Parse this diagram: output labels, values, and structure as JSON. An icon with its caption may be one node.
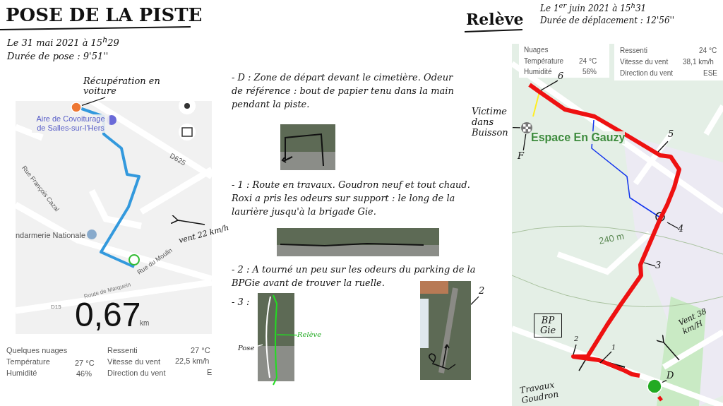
{
  "diagram": {
    "nodes": [
      {
        "text": [
          "Récupération en voiture"
        ]
      },
      {
        "text": [],
        "shape": "circle"
      },
      {
        "text": [
          "Victime dans Buisson"
        ]
      },
      {
        "text": [
          "F"
        ]
      },
      {
        "text": [],
        "shape": "circle"
      },
      {
        "text": [
          "6"
        ]
      },
      {
        "text": [
          "5"
        ]
      },
      {
        "text": [
          "4"
        ]
      },
      {
        "text": [
          "3"
        ]
      },
      {
        "text": [
          "2"
        ]
      },
      {
        "text": [
          "1"
        ]
      },
      {
        "text": [
          "D"
        ]
      },
      {
        "text": [],
        "shape": "circle"
      },
      {
        "text": [
          "BP Gie"
        ]
      },
      {
        "text": [
          "2"
        ]
      },
      {
        "text": [],
        "shape": "picture"
      },
      {
        "text": [
          "Pose"
        ]
      },
      {
        "text": [
          "Relève"
        ]
      }
    ],
    "edges": [
      {
        "from": 0,
        "to": 1,
        "arrow": "none"
      },
      {
        "from": 2,
        "to": 4,
        "arrow": "none"
      },
      {
        "from": 3,
        "to": 4,
        "arrow": "none"
      },
      {
        "from": 5,
        "to": null,
        "arrow": "none"
      },
      {
        "from": 6,
        "to": null,
        "arrow": "none"
      },
      {
        "from": 7,
        "to": null,
        "arrow": "none"
      },
      {
        "from": 8,
        "to": null,
        "arrow": "none"
      },
      {
        "from": 9,
        "to": null,
        "arrow": "none"
      },
      {
        "from": 10,
        "to": null,
        "arrow": "none"
      },
      {
        "from": 11,
        "to": 12,
        "arrow": "none"
      },
      {
        "from": 14,
        "to": 15,
        "arrow": "none"
      },
      {
        "from": 16,
        "to": null,
        "arrow": "none",
        "color": "#ffffff"
      },
      {
        "from": 17,
        "to": null,
        "arrow": "none",
        "color": "#22dd22"
      }
    ],
    "labels": [
      "POSE DE LA PISTE",
      "Le 31 mai 2021 à 15$^{h}$29",
      "Durée de pose : 9'51''",
      "Aire de Covoiturage de Salles-sur-l'Hers",
      "D625",
      "Rue François Cazal",
      "ndarmerie Nationale",
      "Rue du Moulin",
      "Route de Marquein",
      "D15",
      "0,67",
      "km",
      "Quelques nuages",
      "Ressenti",
      "27 °C",
      "Température",
      "27 °C",
      "Vitesse du vent",
      "22,5 km/h",
      "Humidité",
      "46%",
      "Direction du vent",
      "E",
      "vent 22 km/h",
      "- D : Zone de départ devant le cimetière. Odeur de référence : bout de papier tenu dans la main pendant la piste.",
      "- 1 : Route en travaux. Goudron neuf et tout chaud. Roxi a pris les odeurs sur support : le long de la laurière jusqu'à la brigade Gie.",
      "- 2 : A tourné un peu sur les odeurs du parking de la BPGie avant de trouver la ruelle.",
      "- 3 :",
      "Relève",
      "Le 1$^{er}$ juin 2021 à 15$^{h}$31",
      "Durée de déplacement : 12'56''",
      "Nuages",
      "Ressenti",
      "24 °C",
      "Température",
      "24 °C",
      "Vitesse du vent",
      "38,1 km/h",
      "Humidité",
      "56%",
      "Direction du vent",
      "ESE",
      "Espace En Gauzy",
      "240 m",
      "Vent 38 km/H",
      "Travaux Goudron"
    ]
  }
}
